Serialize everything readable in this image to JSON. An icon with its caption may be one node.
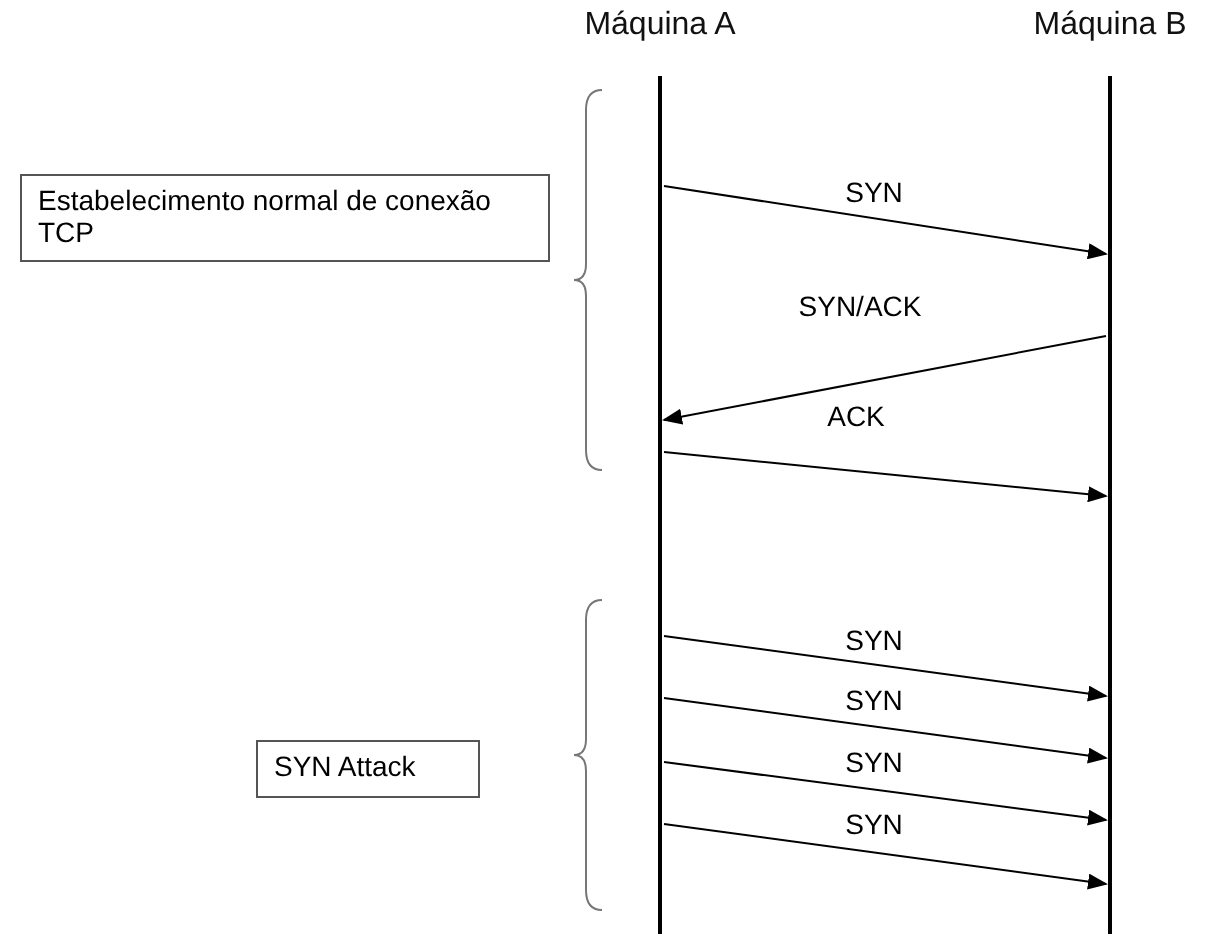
{
  "diagram": {
    "nodes": [
      {
        "text": [
          "Máquina A"
        ]
      },
      {
        "text": [
          "Máquina B"
        ]
      },
      {
        "text": [
          "Estabelecimento normal de conexão TCP"
        ]
      },
      {
        "text": [
          "SYN Attack"
        ]
      }
    ],
    "edges": [
      {
        "from": 0,
        "to": 1,
        "arrow": "to",
        "label": "SYN"
      },
      {
        "from": 1,
        "to": 0,
        "arrow": "to",
        "label": "SYN/ACK"
      },
      {
        "from": 0,
        "to": 1,
        "arrow": "to",
        "label": "ACK"
      },
      {
        "from": 0,
        "to": 1,
        "arrow": "to",
        "label": "SYN"
      },
      {
        "from": 0,
        "to": 1,
        "arrow": "to",
        "label": "SYN"
      },
      {
        "from": 0,
        "to": 1,
        "arrow": "to",
        "label": "SYN"
      },
      {
        "from": 0,
        "to": 1,
        "arrow": "to",
        "label": "SYN"
      }
    ]
  }
}
